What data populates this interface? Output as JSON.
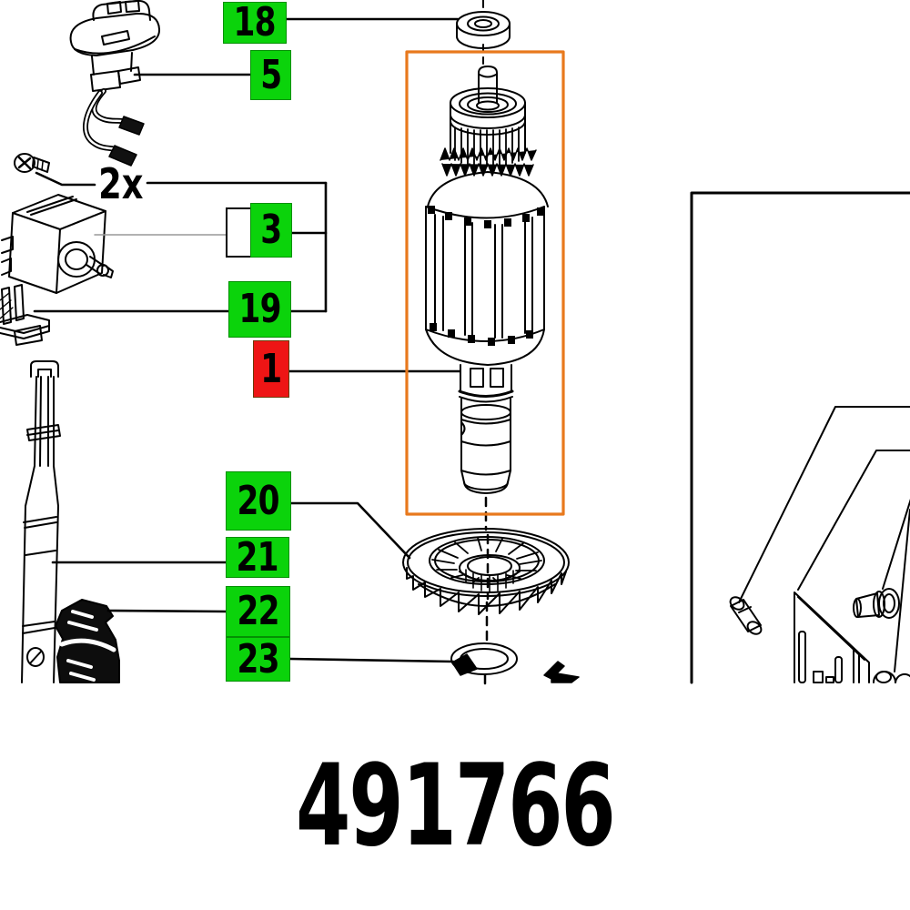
{
  "diagram": {
    "part_number": "491766",
    "quantity_note": "2x",
    "callouts": {
      "c18": "18",
      "c5": "5",
      "c3": "3",
      "c19": "19",
      "c1": "1",
      "c20": "20",
      "c21": "21",
      "c22": "22",
      "c23": "23"
    },
    "selected_callout": "1",
    "colors": {
      "callout_green": "#0bd30b",
      "callout_red": "#ee1515",
      "highlight_orange": "#e8791d",
      "line_black": "#000000"
    }
  }
}
